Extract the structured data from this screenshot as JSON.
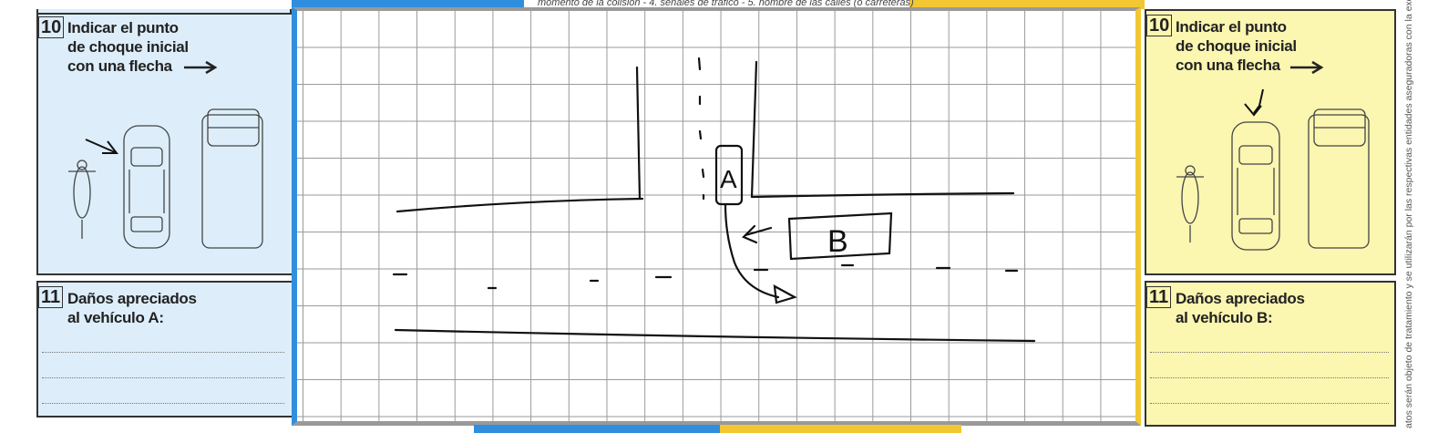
{
  "top_note": "momento de la colisión - 4. señales de tráfico - 5. nombre de las calles (o carreteras)",
  "vehicle_a": {
    "section10_number": "10",
    "section10_text": "Indicar el punto\nde choque inicial\ncon una flecha",
    "section11_number": "11",
    "section11_text": "Daños apreciados\nal vehículo A:",
    "color": "#ddeefa"
  },
  "vehicle_b": {
    "section10_number": "10",
    "section10_text": "Indicar el punto\nde choque inicial\ncon una flecha",
    "section11_number": "11",
    "section11_text": "Daños apreciados\nal vehículo B:",
    "color": "#fbf6b0"
  },
  "sketch": {
    "label_a": "A",
    "label_b": "B",
    "label_arrow": "A"
  },
  "side_text": "atos serán objeto de tratamiento y se utilizarán por las respectivas entidades aseguradoras con la exc",
  "colors": {
    "blue": "#2f8fde",
    "yellow": "#f2c731"
  }
}
